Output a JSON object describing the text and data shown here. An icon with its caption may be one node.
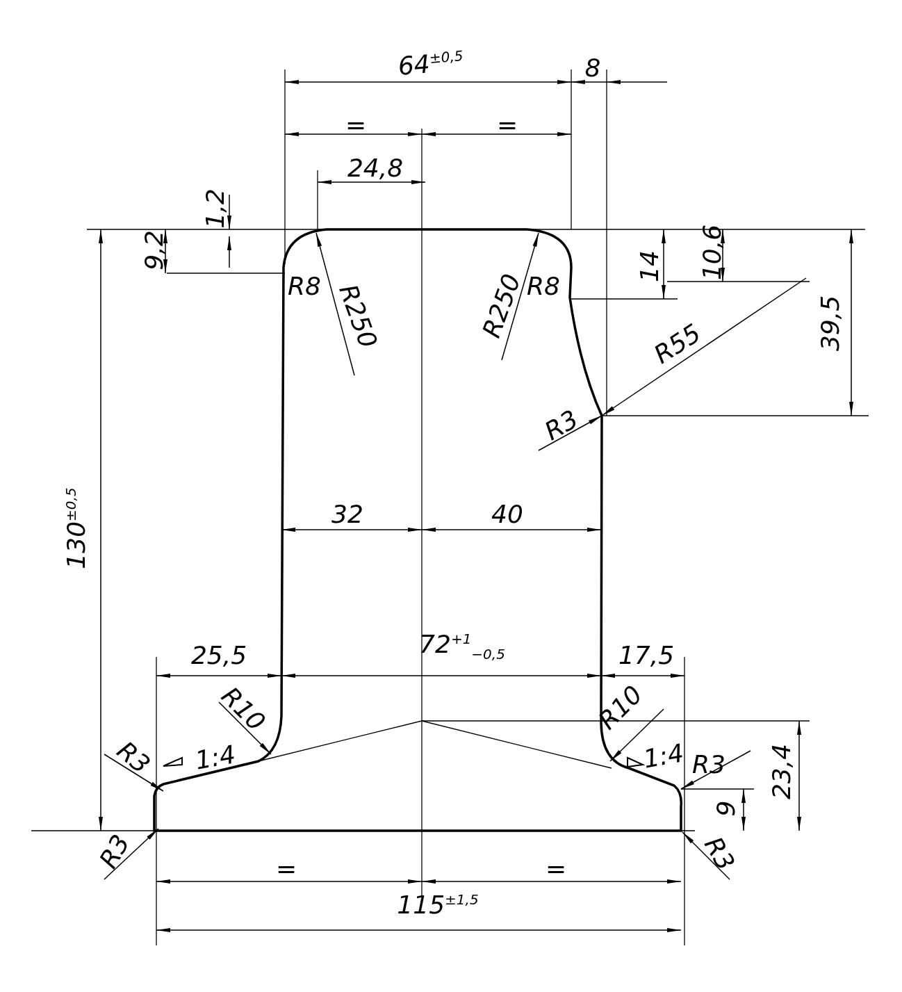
{
  "diagram": {
    "labels": [
      "64$^{±0,5}$",
      "8",
      "=",
      "=",
      "24,8",
      "1,2",
      "9,2",
      "14",
      "10,6",
      "39,5",
      "R8",
      "R250",
      "R250",
      "R8",
      "R55",
      "R3",
      "130$^{±0,5}$",
      "32",
      "40",
      "25,5",
      "72$^{+1}$$_{−0,5}$",
      "17,5",
      "R10",
      "R10",
      "R3",
      "1:4",
      "1:4",
      "R3",
      "23,4",
      "9",
      "R3",
      "R3",
      "=",
      "=",
      "115$^{±1,5}$"
    ]
  }
}
